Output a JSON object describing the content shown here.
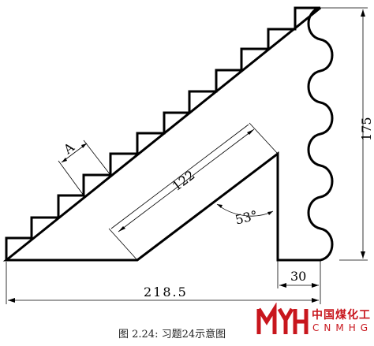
{
  "figure": {
    "dimensions": {
      "width_total": "218.5",
      "height": "175",
      "inner_edge": "122",
      "base_right": "30",
      "angle": "53°",
      "step": "A"
    },
    "caption": "图 2.24: 习题24示意图"
  },
  "watermark": {
    "cn_text": "中国煤化工",
    "en_text": "CNMHG",
    "brand_color": "#c8161d"
  }
}
